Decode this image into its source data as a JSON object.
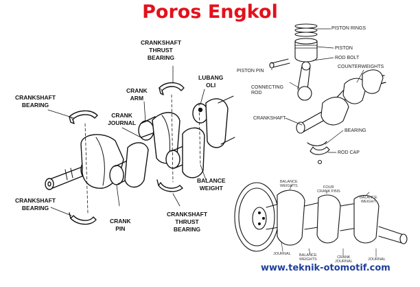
{
  "title": "Poros Engkol",
  "left_diagram": {
    "labels": {
      "bearing_top_left": "CRANKSHAFT\nBEARING",
      "thrust_top": "CRANKSHAFT\nTHRUST\nBEARING",
      "crank_arm": "CRANK\nARM",
      "lubang_oli": "LUBANG\nOLI",
      "crank_journal": "CRANK\nJOURNAL",
      "balance_weight": "BALANCE\nWEIGHT",
      "bearing_bottom_left": "CRANKSHAFT\nBEARING",
      "crank_pin": "CRANK\nPIN",
      "thrust_bottom": "CRANKSHAFT\nTHRUST\nBEARING"
    }
  },
  "top_right_diagram": {
    "labels": {
      "piston_rings": "PISTON RINGS",
      "piston": "PISTON",
      "rod_bolt": "ROD BOLT",
      "counterweights": "COUNTERWEIGHTS",
      "piston_pin": "PISTON PIN",
      "connecting_rod": "CONNECTING\nROD",
      "crankshaft": "CRANKSHAFT",
      "bearing": "BEARING",
      "rod_cap": "ROD CAP"
    }
  },
  "bottom_right_diagram": {
    "labels": {
      "balance_weights_1": "BALANCE\nWEIGHTS",
      "four_crank_pins": "FOUR\nCRANK PINS",
      "balance_weight_2": "BALANCE\nWEIGHT",
      "journal_left": "JOURNAL",
      "balance_weights_3": "BALANCE\nWEIGHTS",
      "crank_journal": "CRANK\nJOURNAL",
      "journal_right": "JOURNAL"
    }
  },
  "footer": {
    "url": "www.teknik-otomotif.com"
  },
  "colors": {
    "title": "#e3111b",
    "url": "#1f3f9c",
    "line_art": "#111111"
  }
}
